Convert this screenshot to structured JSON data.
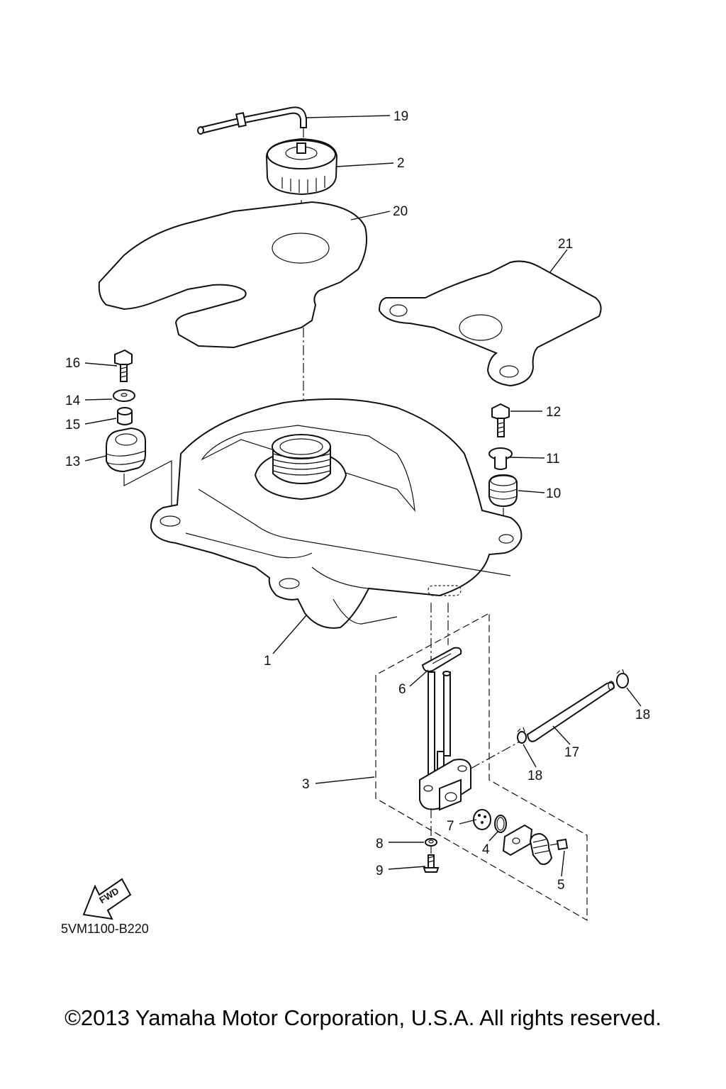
{
  "diagram": {
    "drawing_code": "5VM1100-B220",
    "fwd_label": "FWD",
    "callouts": {
      "c1": "1",
      "c2": "2",
      "c3": "3",
      "c4": "4",
      "c5": "5",
      "c6": "6",
      "c7": "7",
      "c8": "8",
      "c9": "9",
      "c10": "10",
      "c11": "11",
      "c12": "12",
      "c13": "13",
      "c14": "14",
      "c15": "15",
      "c16": "16",
      "c17": "17",
      "c18a": "18",
      "c18b": "18",
      "c19": "19",
      "c20": "20",
      "c21": "21"
    }
  },
  "footer": {
    "copyright": "©2013 Yamaha Motor Corporation, U.S.A. All rights reserved."
  }
}
